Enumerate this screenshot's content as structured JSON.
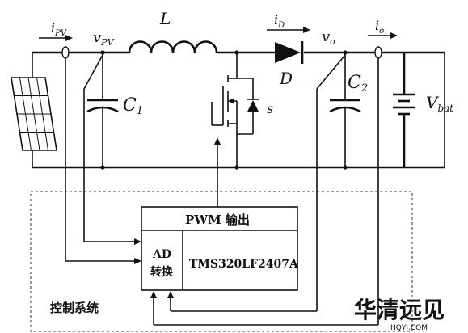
{
  "labels": {
    "i_pv": "i",
    "i_pv_sub": "PV",
    "v_pv": "v",
    "v_pv_sub": "PV",
    "inductor": "L",
    "i_d": "i",
    "i_d_sub": "D",
    "diode": "D",
    "v_o": "v",
    "v_o_sub": "o",
    "i_o": "i",
    "i_o_sub": "o",
    "c1": "C",
    "c1_sub": "1",
    "c2": "C",
    "c2_sub": "2",
    "switch": "s",
    "vbat": "V",
    "vbat_sub": "bat",
    "pwm_output": "PWM 输出",
    "ad_line1": "AD",
    "ad_line2": "转换",
    "dsp": "TMS320LF2407A",
    "control_system": "控制系统",
    "watermark_cn": "华清远见",
    "watermark_url": "HQYJ.COM"
  },
  "colors": {
    "line": "#111111",
    "watermark": "#e02020",
    "dashed_box": "#333333"
  }
}
